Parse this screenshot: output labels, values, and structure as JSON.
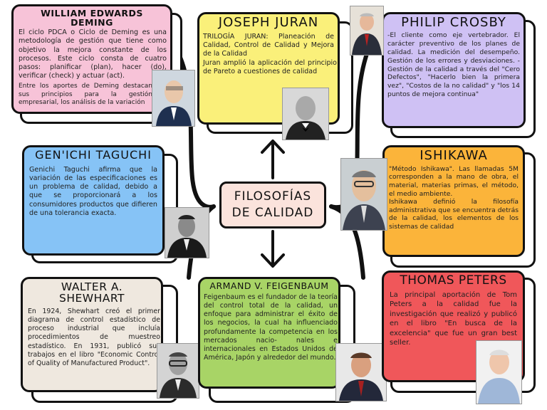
{
  "center": {
    "line1": "FILOSOFÍAS",
    "line2": "DE CALIDAD"
  },
  "deming": {
    "title": "WILLIAM EDWARDS DEMING",
    "p1": "El ciclo PDCA o Ciclo de Deming es una metodología de gestión que tiene como objetivo la mejora constante de los procesos. Este ciclo consta de cuatro pasos: planificar (plan), hacer (do), verificar (check) y actuar (act).",
    "p2": "Entre los aportes de Deming destacan sus principios para la gestión empresarial, los análisis de la variación"
  },
  "juran": {
    "title": "JOSEPH JURAN",
    "p1": "TRILOGÍA JURAN: Planeación de Calidad, Control de Calidad y Mejora de la Calidad",
    "p2": "Juran amplió la aplicación del principio de Pareto a cuestiones de calidad"
  },
  "crosby": {
    "title": "PHILIP CROSBY",
    "p1": "-El cliente como eje vertebrador. El carácter preventivo de los planes de calidad. La medición del desempeño. Gestión de los errores y desviaciones. -Gestión de la calidad a través del \"Cero Defectos\", \"Hacerlo bien la primera vez\", \"Costos de la no calidad\" y \"los 14 puntos de mejora continua\""
  },
  "taguchi": {
    "title": "GEN'ICHI TAGUCHI",
    "p1": "Genichi Taguchi afirma que la variación de las especificaciones es un problema de calidad, debido a que se proporcionará a los consumidores productos que difieren de una tolerancia exacta."
  },
  "ishikawa": {
    "title": "ISHIKAWA",
    "p1": "\"Método Ishikawa\". Las llamadas 5M corresponden a la mano de obra, el material, materias primas, el método, el medio ambiente.",
    "p2": "Ishikawa definió la filosofía administrativa que se encuentra detrás de la calidad, los elementos de los sistemas de calidad"
  },
  "shewhart": {
    "title": "WALTER A. SHEWHART",
    "p1": "En 1924, Shewhart creó el primer diagrama de control estadístico de proceso industrial que incluía procedimientos de muestreo estadístico. En 1931, publicó sus trabajos en el libro \"Economic Control of Quality of Manufactured Product\"."
  },
  "feigenbaum": {
    "title": "ARMAND V. FEIGENBAUM",
    "p1": "Feigenbaum es el fundador de la teoría del control total de la calidad, un enfoque para administrar el éxito de los negocios, la cual ha influenciado profundamente la competencia en los mercados nacio- nales e internacionales en Estados Unidos de América, Japón y alrededor del mundo."
  },
  "peters": {
    "title": "THOMAS PETERS",
    "p1": "La principal aportación de Tom Peters a la calidad fue la investigación que realizó y publicó en el libro \"En busca de la excelencia\" que fue un gran best seller."
  },
  "colors": {
    "pink": "#f7c3d8",
    "yellow": "#faf07a",
    "purple": "#cfc1f4",
    "blue": "#86c3f6",
    "orange": "#fbb43a",
    "beige": "#efe8df",
    "green": "#a8d466",
    "red": "#f0575a"
  }
}
